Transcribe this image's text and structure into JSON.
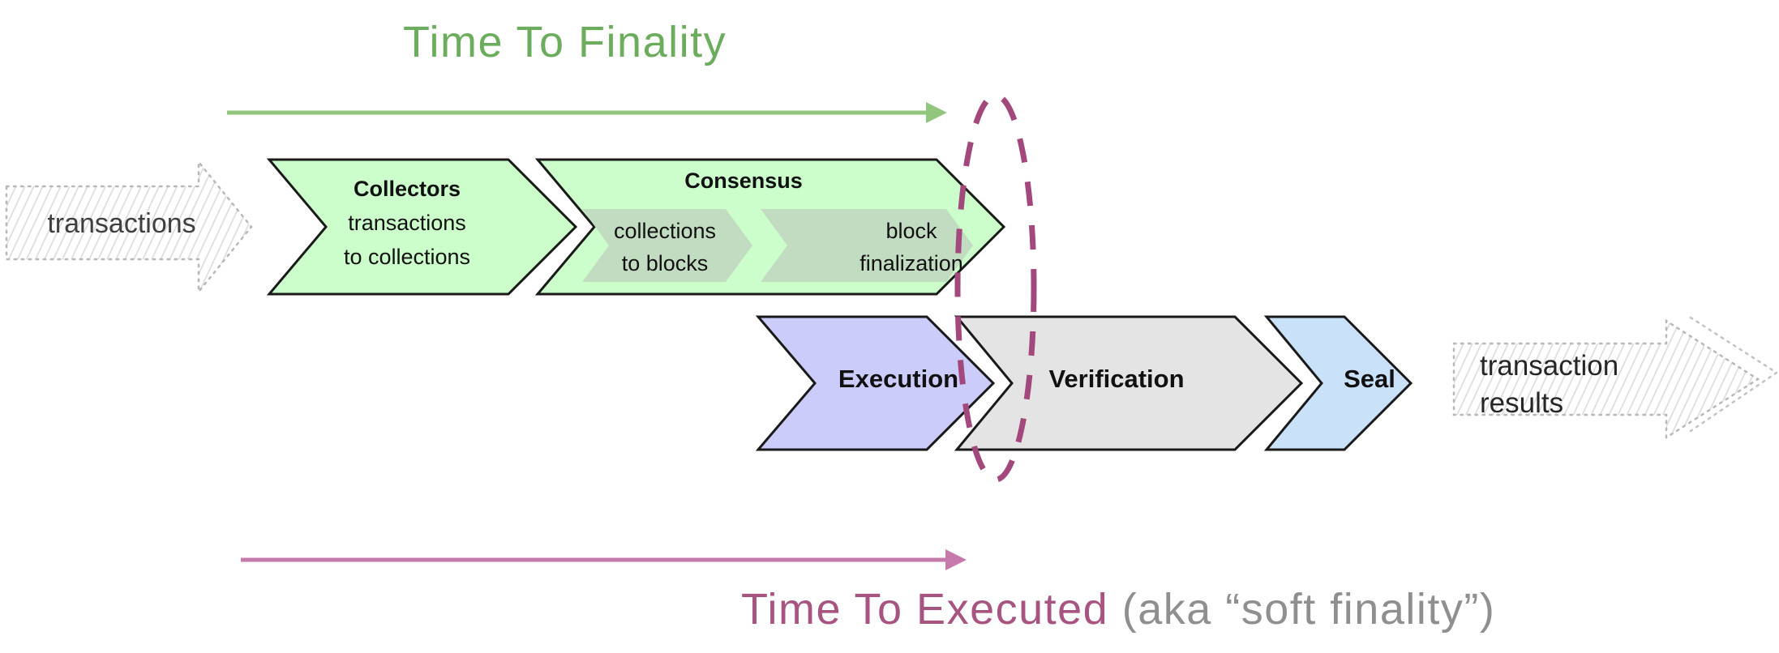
{
  "header": {
    "title": "Time To Finality"
  },
  "footer": {
    "title": "Time To Executed",
    "suffix": " (aka “soft finality”)"
  },
  "input_arrow": {
    "label": "transactions"
  },
  "output_arrow": {
    "line1": "transaction",
    "line2": "results"
  },
  "pipeline": {
    "collectors": {
      "title": "Collectors",
      "desc_line1": "transactions",
      "desc_line2": "to collections"
    },
    "consensus": {
      "title": "Consensus",
      "sub_stages": [
        {
          "line1": "collections",
          "line2": "to blocks"
        },
        {
          "line1": "block",
          "line2": "finalization"
        }
      ]
    },
    "execution": {
      "title": "Execution"
    },
    "verification": {
      "title": "Verification"
    },
    "seal": {
      "title": "Seal"
    }
  },
  "colors": {
    "finality_title_green": "#6BAD5C",
    "finality_arrow_green": "#92C67E",
    "stage_green": "#CCFECB",
    "consensus_inner_green": "#C2DCC2",
    "execution_purple": "#CBCCF9",
    "verification_gray": "#E4E4E4",
    "seal_blue": "#C9E2FA",
    "soft_finality_maroon": "#A3487C",
    "executed_arrow_pink": "#C67AAB",
    "executed_title_maroon": "#A75481",
    "soft_finality_text_gray": "#8F8F8F",
    "outline_black": "#1A1A1A"
  }
}
